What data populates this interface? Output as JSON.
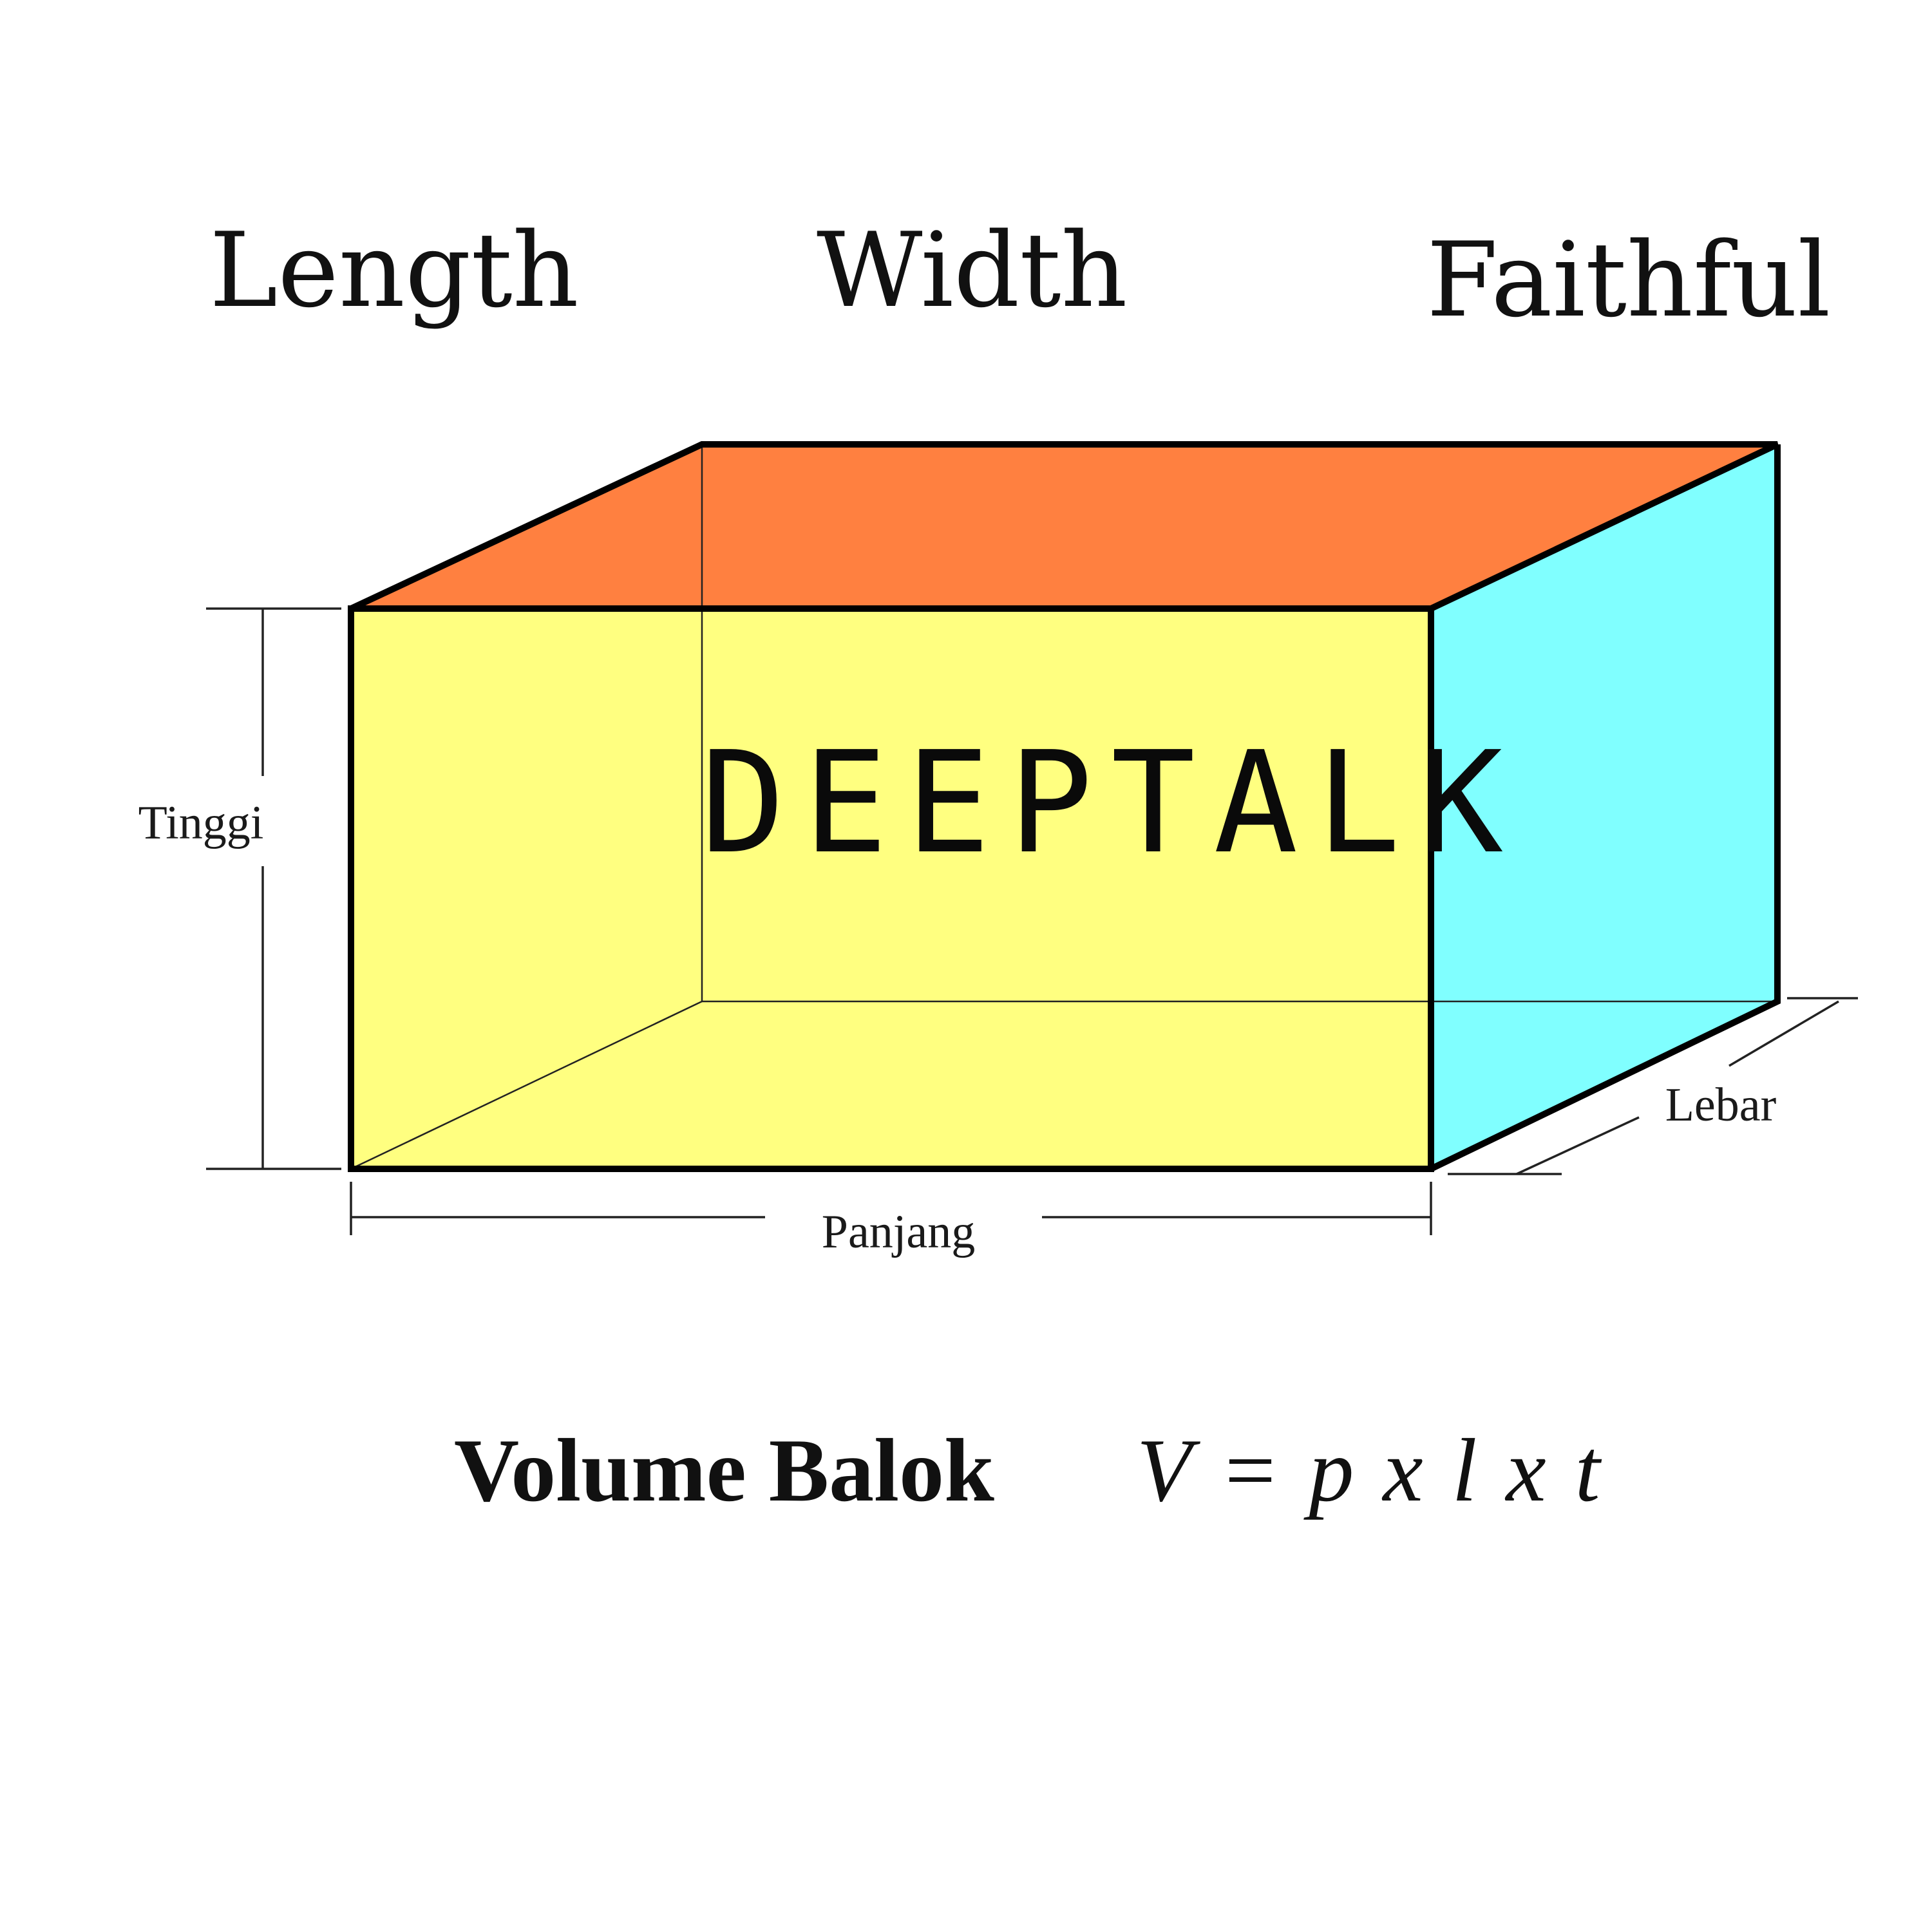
{
  "header": {
    "words": [
      "Length",
      "Width",
      "Faithful"
    ]
  },
  "cuboid": {
    "watermark": "DEEPTALK",
    "colors": {
      "front": "#ffff80",
      "top": "#ff8040",
      "side": "#80ffff",
      "edge": "#000000"
    }
  },
  "dimensions": {
    "height_label": "Tinggi",
    "length_label": "Panjang",
    "width_label": "Lebar"
  },
  "formula": {
    "title": "Volume Balok",
    "equation": "V = p x l x t"
  }
}
